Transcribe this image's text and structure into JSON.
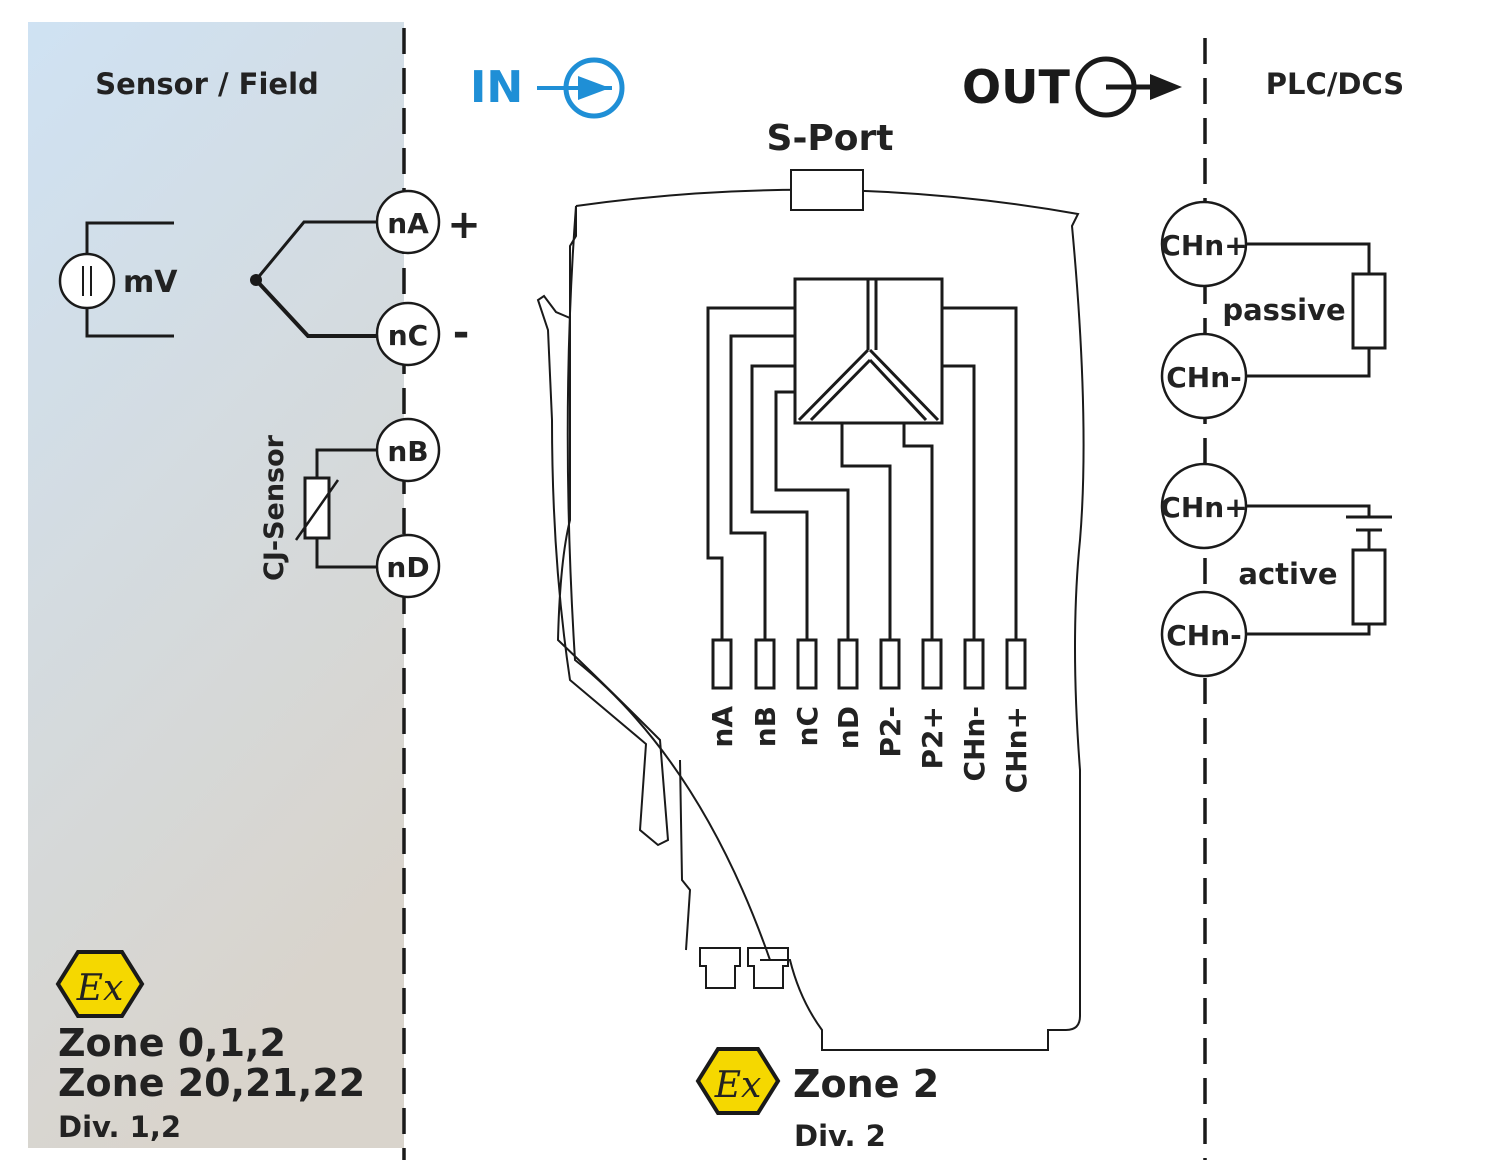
{
  "zones": {
    "field_title": "Sensor / Field",
    "plc_title": "PLC/DCS",
    "in_label": "IN",
    "out_label": "OUT",
    "sport_label": "S-Port"
  },
  "field": {
    "mv_label": "mV",
    "cj_label": "CJ-Sensor",
    "plus": "+",
    "minus": "-",
    "terminals": [
      "nA",
      "nC",
      "nB",
      "nD"
    ],
    "ex_symbol": "Ex",
    "zone_line1": "Zone 0,1,2",
    "zone_line2": "Zone 20,21,22",
    "div_line": "Div. 1,2"
  },
  "device": {
    "pins": [
      "nA",
      "nB",
      "nC",
      "nD",
      "P2-",
      "P2+",
      "CHn-",
      "CHn+"
    ],
    "ex_symbol": "Ex",
    "zone": "Zone 2",
    "div": "Div. 2"
  },
  "output": {
    "terminals": [
      "CHn+",
      "CHn-",
      "CHn+",
      "CHn-"
    ],
    "passive_label": "passive",
    "active_label": "active"
  },
  "colors": {
    "in_blue": "#1f8fd6",
    "ex_yellow": "#f5d800",
    "field_gradient_top": "#cfe2f3",
    "field_gradient_bottom": "#d9d4cd"
  }
}
